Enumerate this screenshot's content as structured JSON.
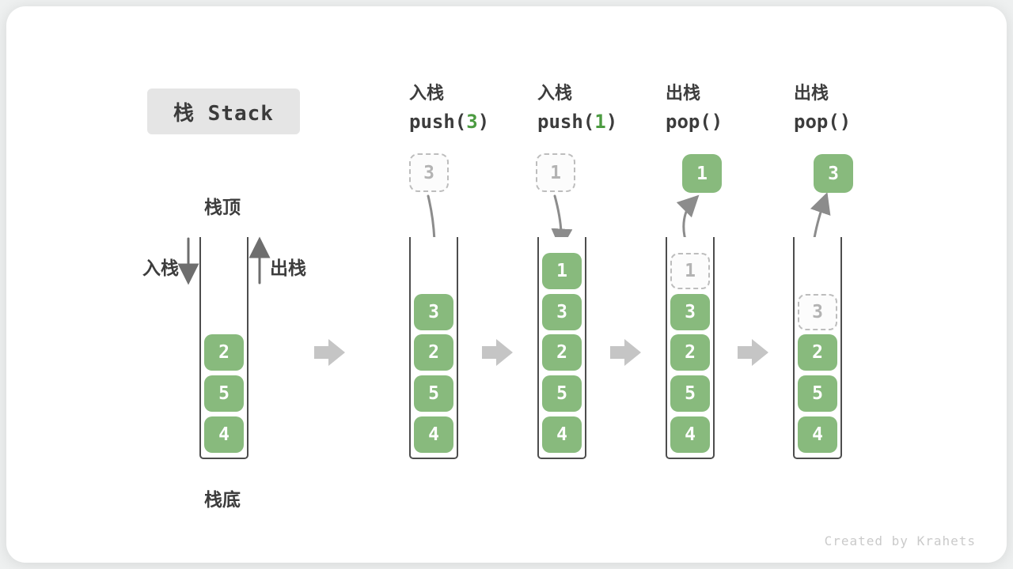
{
  "title": "栈 Stack",
  "credit": "Created by Krahets",
  "annotations": {
    "stack_top": "栈顶",
    "stack_bottom": "栈底",
    "push_label": "入栈",
    "pop_label": "出栈"
  },
  "colors": {
    "cell_green": "#88ba7d",
    "code_arg_green": "#4c9b41",
    "ghost_gray": "#bdbdbd",
    "flow_arrow_gray": "#c5c5c5",
    "motion_arrow_gray": "#8c8c8c",
    "text_dark": "#3c3c3c",
    "title_bg": "#e5e5e5"
  },
  "stages": [
    {
      "name": "initial",
      "cells": [
        "2",
        "5",
        "4"
      ]
    },
    {
      "name": "push-3",
      "op1": "入栈",
      "code_pre": "push(",
      "code_arg": "3",
      "code_post": ")",
      "float_value": "3",
      "cells": [
        "3",
        "2",
        "5",
        "4"
      ]
    },
    {
      "name": "push-1",
      "op1": "入栈",
      "code_pre": "push(",
      "code_arg": "1",
      "code_post": ")",
      "float_value": "1",
      "cells": [
        "1",
        "3",
        "2",
        "5",
        "4"
      ]
    },
    {
      "name": "pop-1",
      "op1": "出栈",
      "code_pre": "pop()",
      "float_value": "1",
      "ghost": "1",
      "cells": [
        "3",
        "2",
        "5",
        "4"
      ]
    },
    {
      "name": "pop-3",
      "op1": "出栈",
      "code_pre": "pop()",
      "float_value": "3",
      "ghost": "3",
      "cells": [
        "2",
        "5",
        "4"
      ]
    }
  ]
}
